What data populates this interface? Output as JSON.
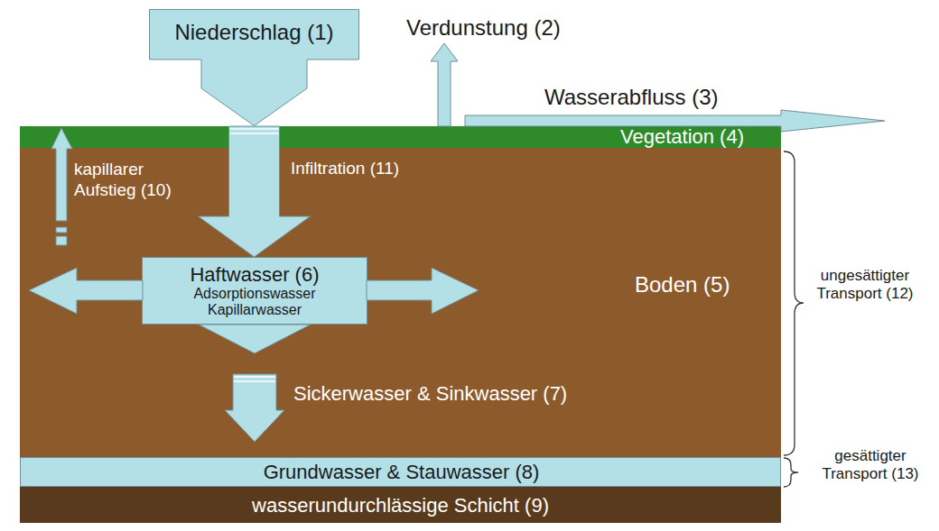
{
  "diagram": {
    "nodes": [
      {
        "text": [
          "Niederschlag (1)"
        ]
      },
      {
        "text": [
          "Vegetation (4)"
        ]
      },
      {
        "text": [
          "Boden (5)"
        ]
      },
      {
        "text": [
          "Haftwasser (6)",
          "Adsorptionswasser Kapillarwasser"
        ],
        "in": 2
      },
      {
        "text": [
          "Grundwasser & Stauwasser (8)"
        ]
      },
      {
        "text": [
          "wasserundurchlässige Schicht (9)"
        ]
      }
    ],
    "edges": [
      {
        "from": 0,
        "to": 3,
        "arrow": "to",
        "label": "Infiltration (11)"
      },
      {
        "from": 3,
        "to": 4,
        "arrow": "to",
        "label": "Sickerwasser & Sinkwasser (7)"
      }
    ],
    "labels": [
      "Verdunstung (2)",
      "Wasserabfluss (3)",
      "kapillarer Aufstieg (10)",
      "ungesättigter Transport (12)",
      "gesättigter Transport (13)"
    ]
  }
}
